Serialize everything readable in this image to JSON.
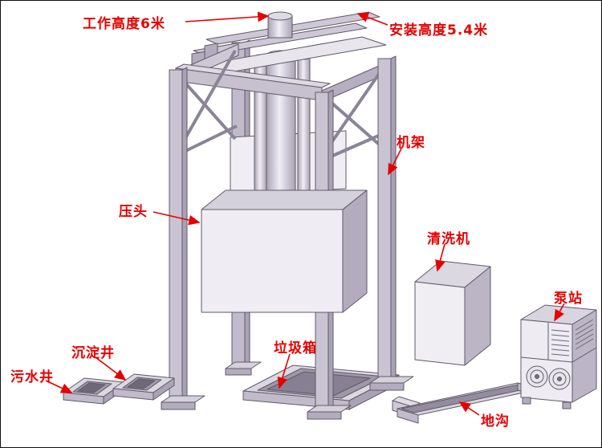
{
  "labels": {
    "working_height": "工作高度6米",
    "install_height": "安装高度5.4米",
    "frame": "机架",
    "press_head": "压头",
    "washer": "清洗机",
    "pump_station": "泵站",
    "settling_well": "沉淀井",
    "sewage_well": "污水井",
    "garbage_bin": "垃圾箱",
    "trench": "地沟"
  },
  "colors": {
    "label_text": "#e60000",
    "machine_fill": "#c9c3d2",
    "machine_shadow": "#a9a2b4",
    "machine_light": "#efedf3",
    "outline": "#5f5a68",
    "background": "#ffffff"
  }
}
